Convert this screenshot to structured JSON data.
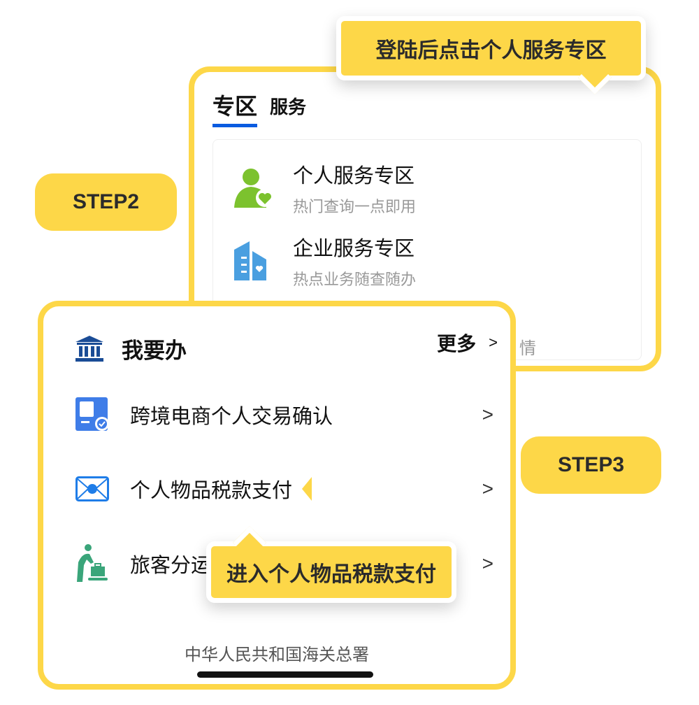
{
  "tooltip_top": "登陆后点击个人服务专区",
  "step2": "STEP2",
  "step3": "STEP3",
  "back_card": {
    "tab_active": "专区",
    "tab": "服务",
    "zones": [
      {
        "title": "个人服务专区",
        "subtitle": "热门查询一点即用",
        "icon": "person-heart-icon"
      },
      {
        "title": "企业服务专区",
        "subtitle": "热点业务随查随办",
        "icon": "building-heart-icon"
      }
    ],
    "partial_text": "情"
  },
  "front_card": {
    "title": "我要办",
    "more": "更多",
    "items": [
      {
        "label": "跨境电商个人交易确认",
        "icon": "id-card-check-icon"
      },
      {
        "label": "个人物品税款支付",
        "icon": "tax-envelope-icon"
      },
      {
        "label": "旅客分运",
        "icon": "passenger-luggage-icon"
      }
    ],
    "footer": "中华人民共和国海关总署"
  },
  "tooltip_bottom": "进入个人物品税款支付",
  "colors": {
    "accent": "#fdd748",
    "tab_underline": "#0a5be0",
    "green": "#7cc22e",
    "blue": "#4a9fe0"
  }
}
